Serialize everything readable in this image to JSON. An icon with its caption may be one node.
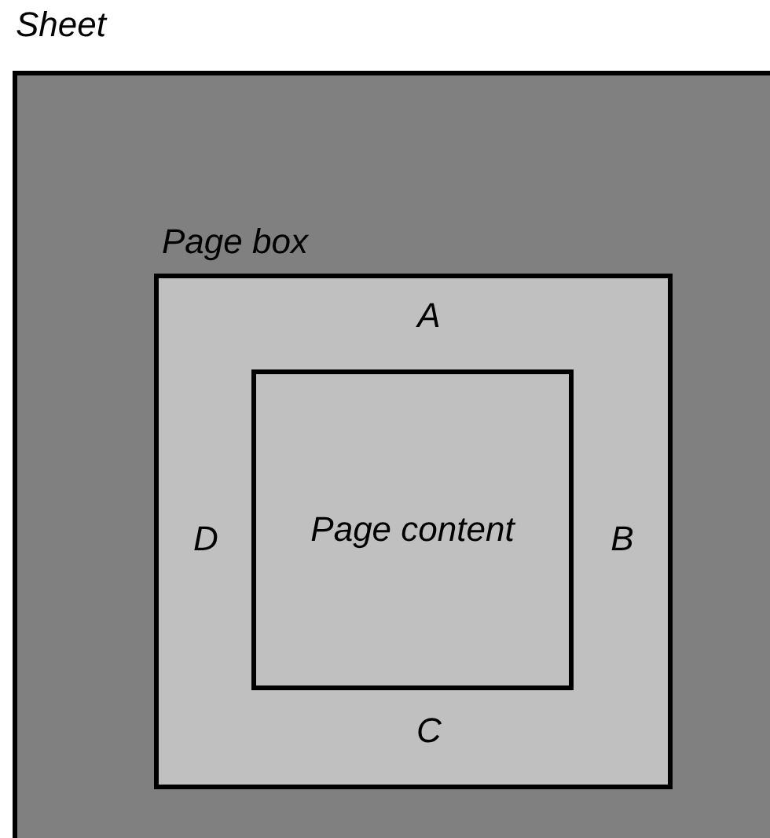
{
  "diagram": {
    "nodes": [
      {
        "text": [
          "Sheet"
        ]
      },
      {
        "text": [
          "Page box"
        ],
        "in": 0
      },
      {
        "text": [
          "Page content"
        ],
        "in": 1
      }
    ],
    "edges": [],
    "labels": [
      "A",
      "D",
      "B",
      "C"
    ]
  }
}
